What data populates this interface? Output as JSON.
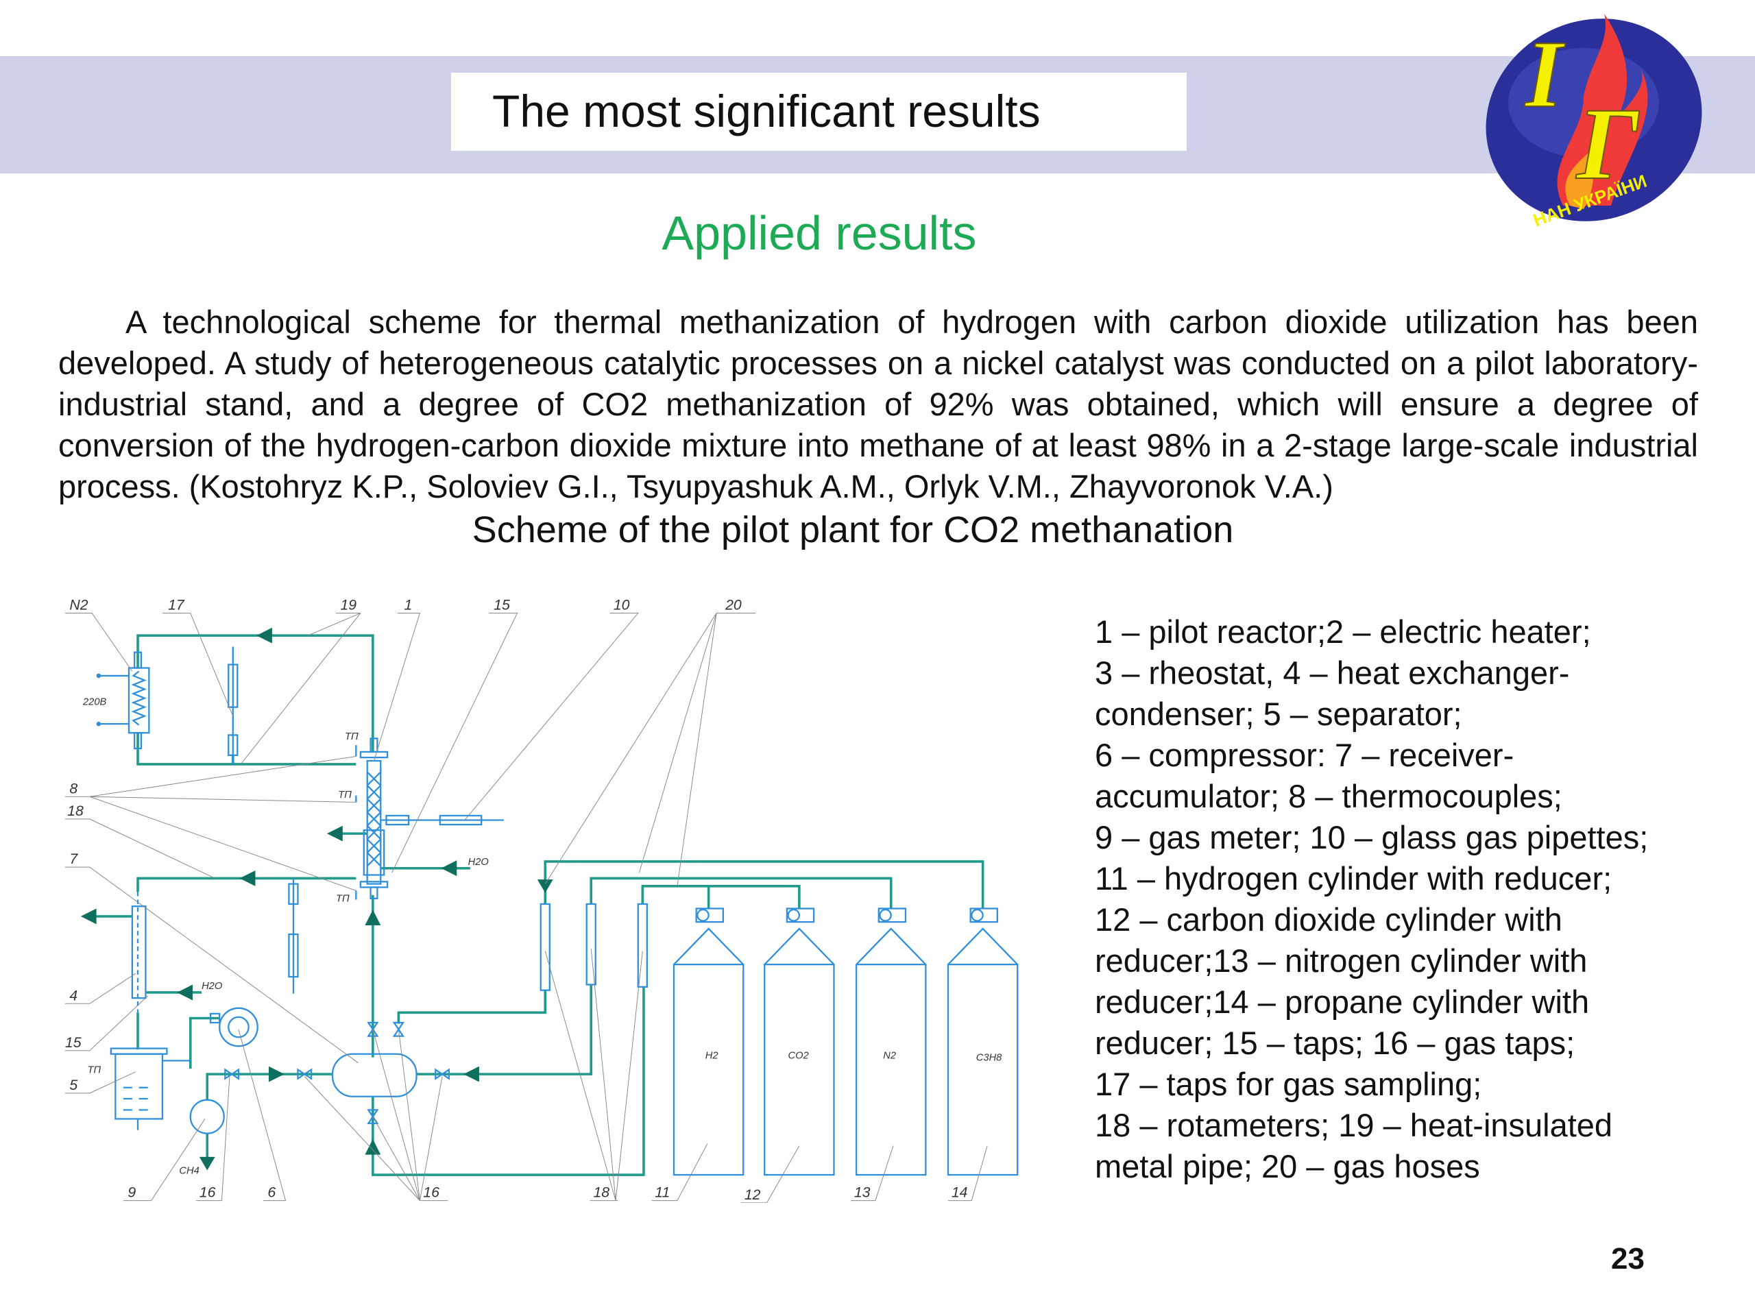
{
  "header": {
    "title": "The most significant results",
    "logo_text": "ІГ НАН України"
  },
  "section": {
    "subtitle": "Applied results"
  },
  "body": {
    "paragraph": "A technological scheme for thermal methanization of hydrogen with carbon dioxide utilization has been developed. A study of heterogeneous catalytic processes on a nickel catalyst was conducted on a pilot laboratory-industrial stand, and a degree of CO2 methanization of 92% was obtained, which will ensure a degree of conversion of the hydrogen-carbon dioxide mixture into methane of at least 98% in a 2-stage large-scale industrial process. (Kostohryz K.P., Soloviev G.I., Tsyupyashuk A.M., Orlyk V.M., Zhayvoronok V.A.)"
  },
  "scheme": {
    "title": "Scheme of the pilot plant for CO2 methanation",
    "labels": {
      "n1": "1",
      "n2": "N2",
      "n4": "4",
      "n5": "5",
      "n6": "6",
      "n7": "7",
      "n8": "8",
      "n9": "9",
      "n10": "10",
      "n11": "11",
      "n12": "12",
      "n13": "13",
      "n14": "14",
      "n15": "15",
      "n16": "16",
      "n17": "17",
      "n18": "18",
      "n19": "19",
      "n20": "20",
      "tp": "ТП",
      "v220": "220В",
      "h2o": "H2O",
      "ch4": "CH4",
      "h2": "H2",
      "co2": "CO2",
      "c3h8": "C3H8"
    }
  },
  "legend": [
    "1 – pilot reactor;2 – electric heater;",
    "3 – rheostat, 4 – heat exchanger-",
    "condenser; 5 – separator;",
    "6 – compressor: 7 – receiver-",
    "accumulator; 8 – thermocouples;",
    "9 – gas meter; 10 – glass gas pipettes;",
    "11 – hydrogen cylinder with reducer;",
    "12 – carbon dioxide cylinder with",
    "reducer;13 – nitrogen cylinder with",
    "reducer;14 – propane cylinder with",
    "reducer; 15 – taps; 16 – gas taps;",
    "17 – taps for gas sampling;",
    "18 – rotameters; 19 – heat-insulated",
    "metal pipe; 20 – gas hoses"
  ],
  "page_number": "23",
  "colors": {
    "band": "#cfd0ea",
    "subtitle": "#1caa55",
    "pipe": "#1f9a8c",
    "equipment": "#2f8fdc"
  }
}
